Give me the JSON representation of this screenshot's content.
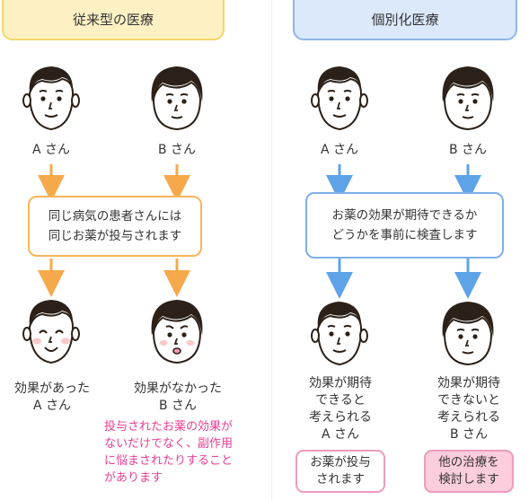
{
  "colors": {
    "arrow_orange": "#f6a94b",
    "arrow_blue": "#5ea3e8",
    "pink_text": "#ea3f92",
    "header_left_bg": "#fdf1c4",
    "header_right_bg": "#dbe9fb"
  },
  "left": {
    "header": "従来型の医療",
    "patient_a": "A さん",
    "patient_b": "B さん",
    "box": "同じ病気の患者さんには\n同じお薬が投与されます",
    "result_a_line1": "効果があった",
    "result_a_line2": "A さん",
    "result_b_line1": "効果がなかった",
    "result_b_line2": "B さん",
    "note": "投与されたお薬の効果が\nないだけでなく、副作用\nに悩まされたりすること\nがあります"
  },
  "right": {
    "header": "個別化医療",
    "patient_a": "A さん",
    "patient_b": "B さん",
    "box": "お薬の効果が期待できるか\nどうかを事前に検査します",
    "result_a": [
      "効果が期待",
      "できると",
      "考えられる",
      "A さん"
    ],
    "result_b": [
      "効果が期待",
      "できないと",
      "考えられる",
      "B さん"
    ],
    "action_a": "お薬が投与\nされます",
    "action_b": "他の治療を\n検討します"
  }
}
